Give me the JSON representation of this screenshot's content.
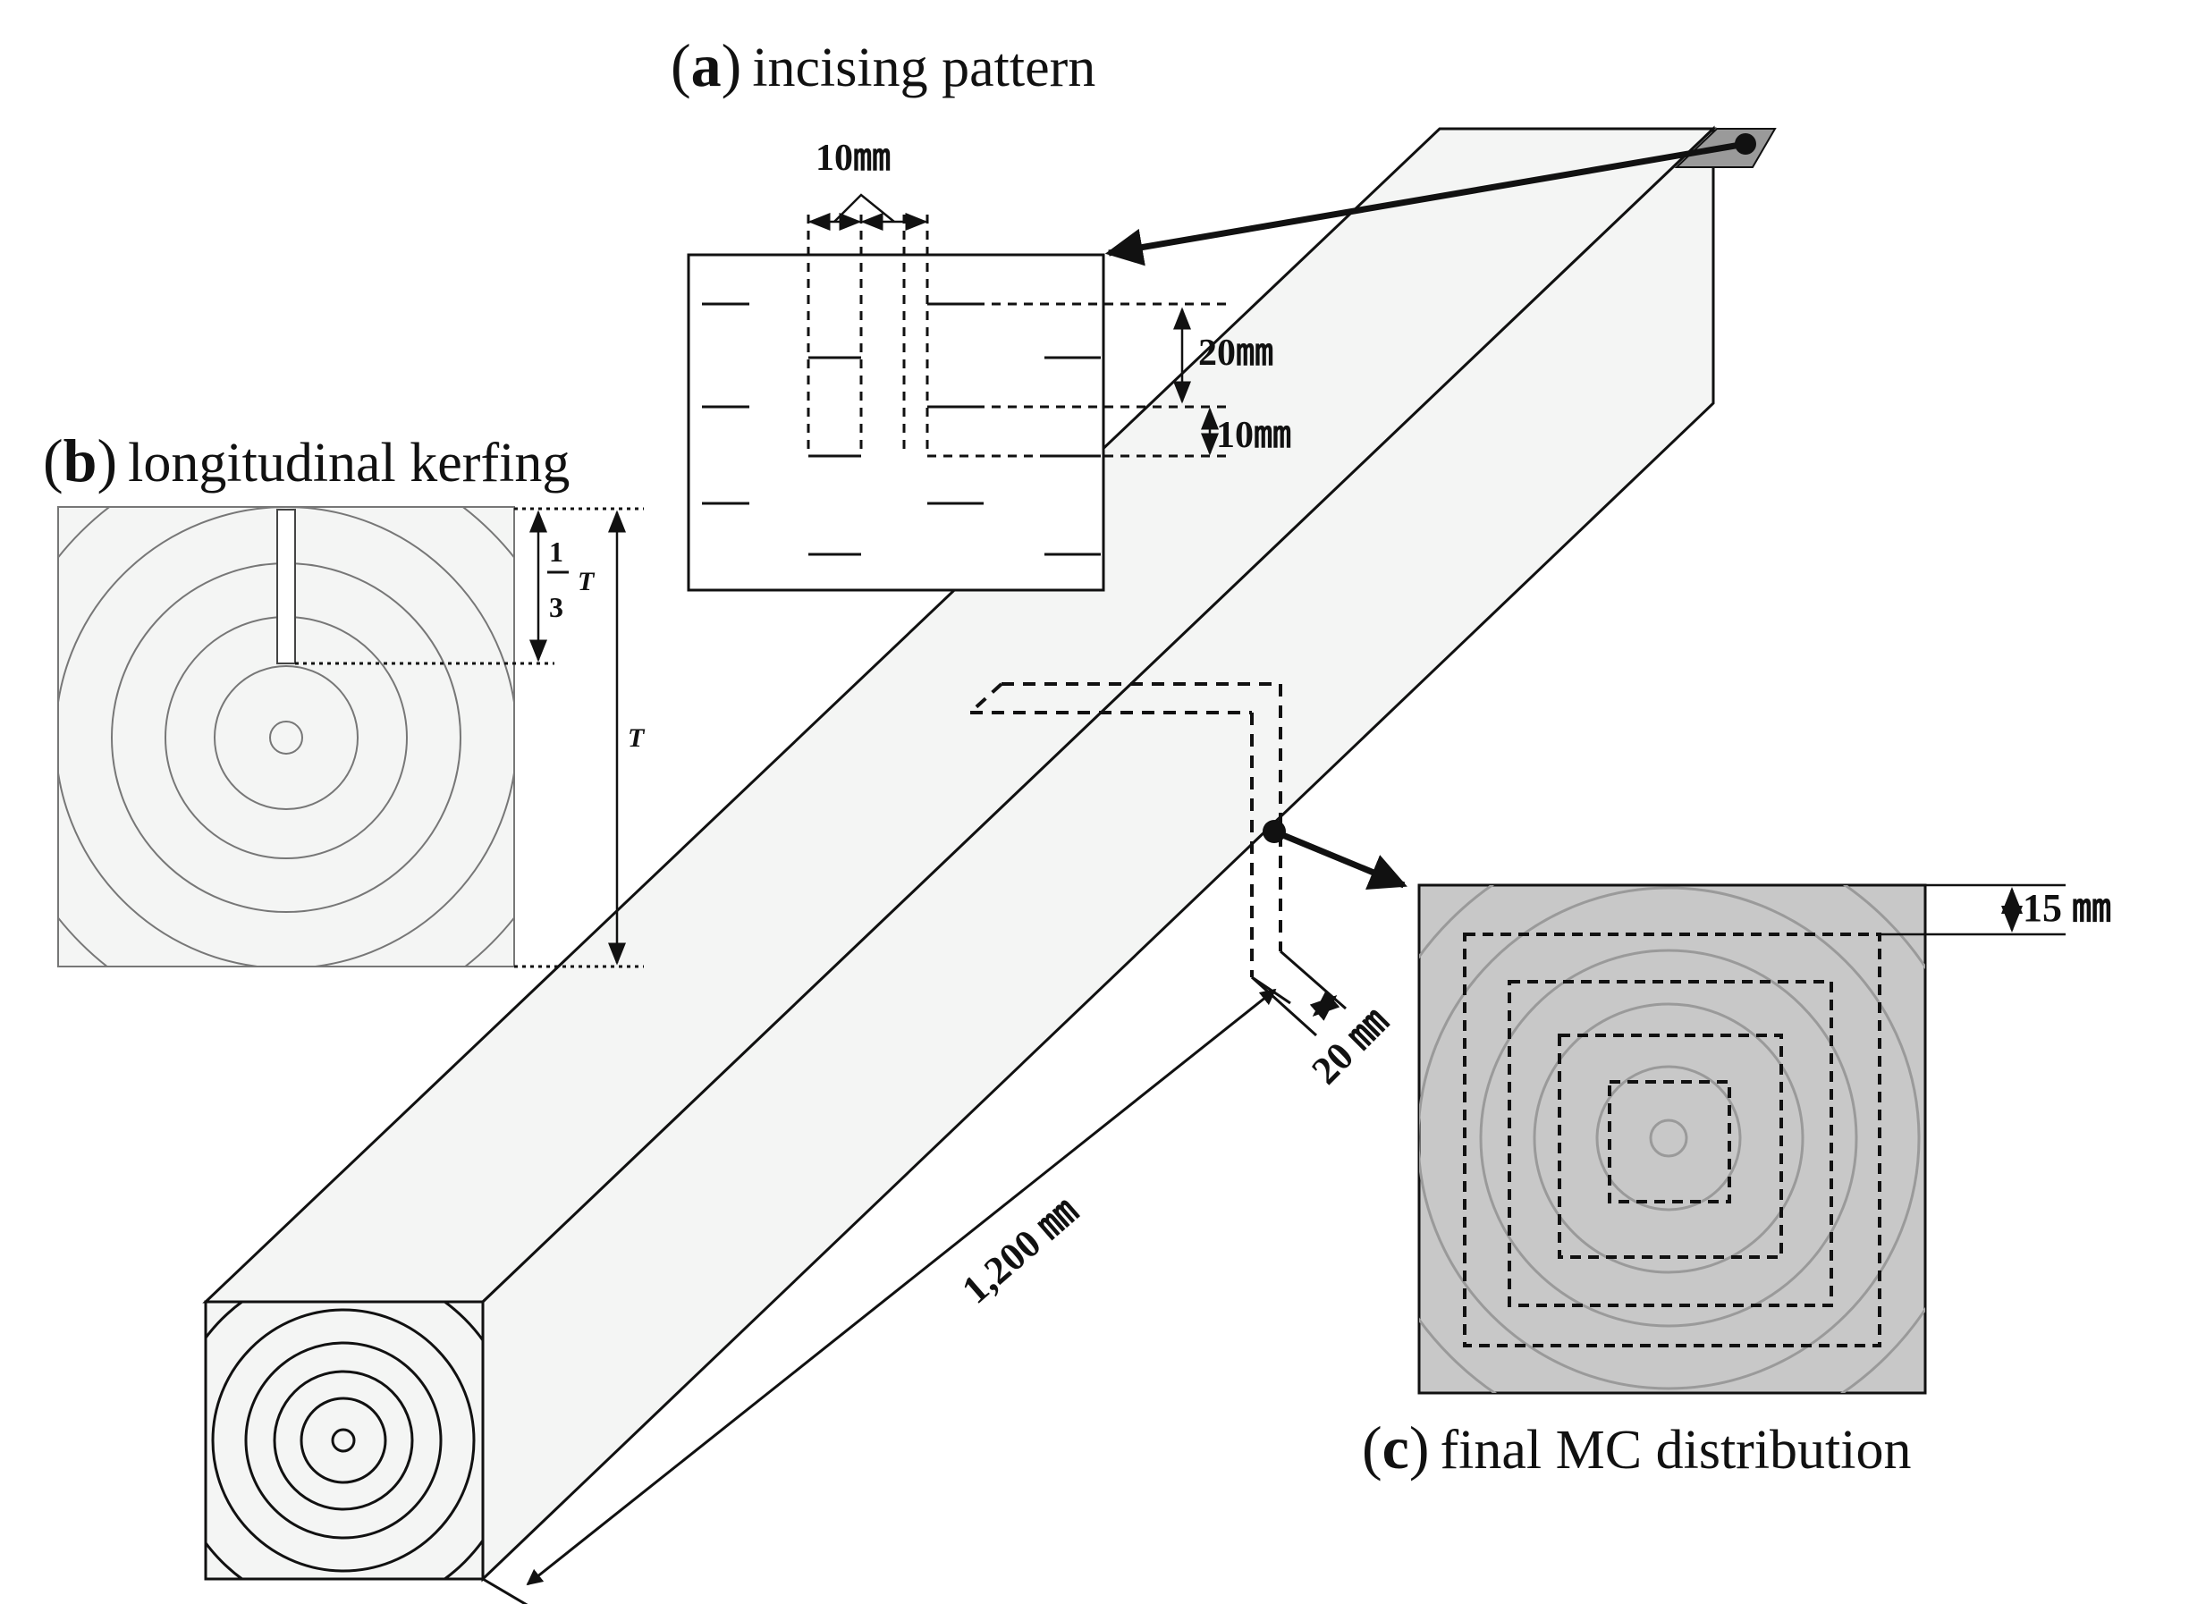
{
  "panel_a": {
    "label_letter": "a",
    "title": "incising pattern",
    "dim_width": "10㎜",
    "dim_spacing": "20㎜",
    "dim_length": "10㎜"
  },
  "panel_b": {
    "label_letter": "b",
    "title": "longitudinal kerfing",
    "frac_num": "1",
    "frac_den": "3",
    "frac_var": "T",
    "depth_var": "T"
  },
  "panel_c": {
    "label_letter": "c",
    "title": "final MC distribution",
    "dim_layer": "15 ㎜"
  },
  "beam": {
    "dim_length": "1,200 ㎜",
    "dim_section": "20 ㎜"
  },
  "colors": {
    "line": "#111111",
    "beam_fill": "#f4f5f4",
    "panel_c_fill": "#c8c8c8",
    "ring_gray": "#9a9a9a"
  }
}
